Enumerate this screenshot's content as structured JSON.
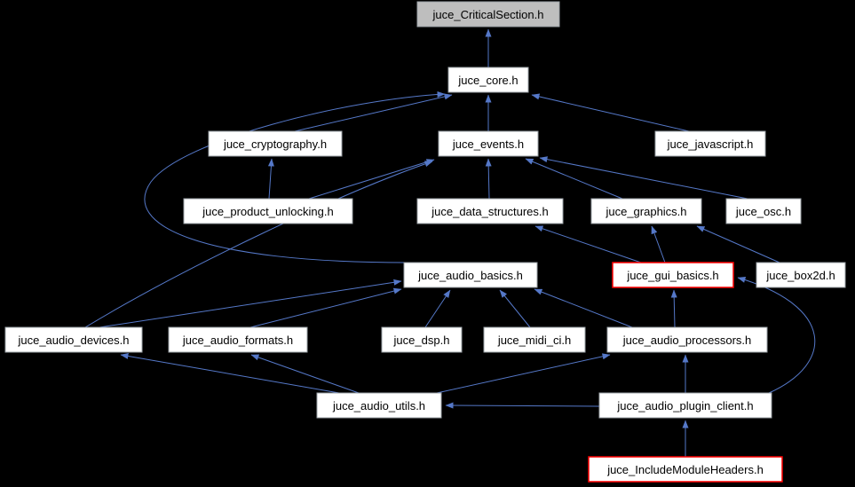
{
  "diagram": {
    "type": "include-dependency-graph",
    "colors": {
      "background": "#000000",
      "node_fill": "#ffffff",
      "node_border": "#9aa0a6",
      "current_node_fill": "#bebebe",
      "highlight_border": "#ff0000",
      "edge": "#5578c8",
      "text": "#000000"
    },
    "nodes": [
      {
        "label": "juce_CriticalSection.h",
        "type": "current"
      },
      {
        "label": "juce_core.h",
        "type": "normal"
      },
      {
        "label": "juce_cryptography.h",
        "type": "normal"
      },
      {
        "label": "juce_events.h",
        "type": "normal"
      },
      {
        "label": "juce_javascript.h",
        "type": "normal"
      },
      {
        "label": "juce_product_unlocking.h",
        "type": "normal"
      },
      {
        "label": "juce_data_structures.h",
        "type": "normal"
      },
      {
        "label": "juce_graphics.h",
        "type": "normal"
      },
      {
        "label": "juce_osc.h",
        "type": "normal"
      },
      {
        "label": "juce_audio_basics.h",
        "type": "normal"
      },
      {
        "label": "juce_gui_basics.h",
        "type": "highlight"
      },
      {
        "label": "juce_box2d.h",
        "type": "normal"
      },
      {
        "label": "juce_audio_devices.h",
        "type": "normal"
      },
      {
        "label": "juce_audio_formats.h",
        "type": "normal"
      },
      {
        "label": "juce_dsp.h",
        "type": "normal"
      },
      {
        "label": "juce_midi_ci.h",
        "type": "normal"
      },
      {
        "label": "juce_audio_processors.h",
        "type": "normal"
      },
      {
        "label": "juce_audio_utils.h",
        "type": "normal"
      },
      {
        "label": "juce_audio_plugin_client.h",
        "type": "normal"
      },
      {
        "label": "juce_IncludeModuleHeaders.h",
        "type": "highlight"
      }
    ],
    "edges": [
      {
        "from": "juce_core.h",
        "to": "juce_CriticalSection.h"
      },
      {
        "from": "juce_cryptography.h",
        "to": "juce_core.h"
      },
      {
        "from": "juce_events.h",
        "to": "juce_core.h"
      },
      {
        "from": "juce_javascript.h",
        "to": "juce_core.h"
      },
      {
        "from": "juce_audio_basics.h",
        "to": "juce_core.h"
      },
      {
        "from": "juce_product_unlocking.h",
        "to": "juce_cryptography.h"
      },
      {
        "from": "juce_product_unlocking.h",
        "to": "juce_events.h"
      },
      {
        "from": "juce_data_structures.h",
        "to": "juce_events.h"
      },
      {
        "from": "juce_graphics.h",
        "to": "juce_events.h"
      },
      {
        "from": "juce_osc.h",
        "to": "juce_events.h"
      },
      {
        "from": "juce_audio_devices.h",
        "to": "juce_events.h"
      },
      {
        "from": "juce_gui_basics.h",
        "to": "juce_data_structures.h"
      },
      {
        "from": "juce_gui_basics.h",
        "to": "juce_graphics.h"
      },
      {
        "from": "juce_box2d.h",
        "to": "juce_graphics.h"
      },
      {
        "from": "juce_audio_devices.h",
        "to": "juce_audio_basics.h"
      },
      {
        "from": "juce_audio_formats.h",
        "to": "juce_audio_basics.h"
      },
      {
        "from": "juce_dsp.h",
        "to": "juce_audio_basics.h"
      },
      {
        "from": "juce_midi_ci.h",
        "to": "juce_audio_basics.h"
      },
      {
        "from": "juce_audio_processors.h",
        "to": "juce_audio_basics.h"
      },
      {
        "from": "juce_audio_processors.h",
        "to": "juce_gui_basics.h"
      },
      {
        "from": "juce_audio_utils.h",
        "to": "juce_audio_devices.h"
      },
      {
        "from": "juce_audio_utils.h",
        "to": "juce_audio_formats.h"
      },
      {
        "from": "juce_audio_utils.h",
        "to": "juce_audio_processors.h"
      },
      {
        "from": "juce_audio_plugin_client.h",
        "to": "juce_audio_processors.h"
      },
      {
        "from": "juce_audio_plugin_client.h",
        "to": "juce_gui_basics.h"
      },
      {
        "from": "juce_audio_plugin_client.h",
        "to": "juce_audio_utils.h"
      },
      {
        "from": "juce_IncludeModuleHeaders.h",
        "to": "juce_audio_plugin_client.h"
      }
    ]
  }
}
